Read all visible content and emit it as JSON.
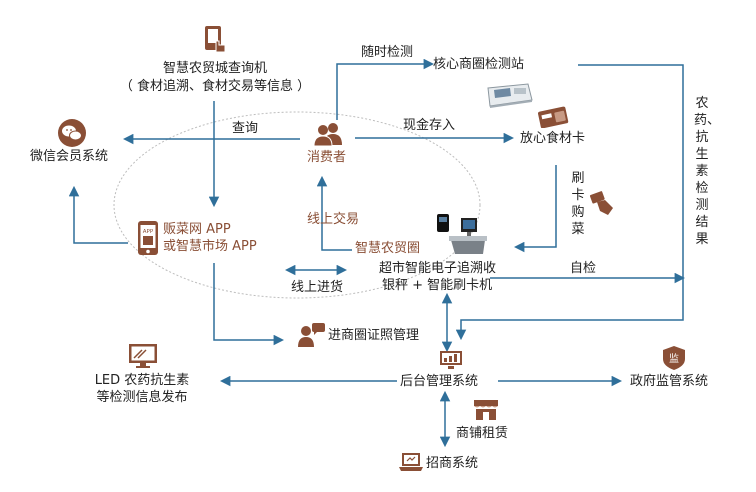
{
  "colors": {
    "icon_brown": "#8a4f36",
    "wire_blue": "#2f6f9a",
    "ellipse_grey": "#bdbdbd",
    "text_dark": "#222222"
  },
  "nodes": {
    "kiosk": {
      "title": "智慧农贸城查询机",
      "subtitle": "（ 食材追溯、食材交易等信息 ）",
      "icon": "touch-kiosk-icon"
    },
    "inspection_station": {
      "label": "核心商圈检测站",
      "icon": "testing-machine-icon"
    },
    "wechat": {
      "label": "微信会员系统",
      "icon": "wechat-icon"
    },
    "consumer": {
      "label": "消费者",
      "icon": "people-icon"
    },
    "food_card": {
      "label": "放心食材卡",
      "icon": "card-icon"
    },
    "app": {
      "line1": "贩菜网 APP",
      "line2": "或智慧市场 APP",
      "icon": "phone-app-icon"
    },
    "smart_market": {
      "label": "智慧农贸圈"
    },
    "scale": {
      "line1": "超市智能电子追溯收",
      "line2": "银秤 + 智能刷卡机",
      "icon": "scale-pos-icon"
    },
    "license": {
      "label": "进商圈证照管理",
      "icon": "person-chat-icon"
    },
    "backend": {
      "label": "后台管理系统",
      "icon": "monitor-chart-icon"
    },
    "led": {
      "line1": "LED 农药抗生素",
      "line2": "等检测信息发布",
      "icon": "tv-screen-icon"
    },
    "gov": {
      "label": "政府监管系统",
      "icon": "supervision-badge-icon"
    },
    "shop_rent": {
      "label": "商铺租赁",
      "icon": "shop-icon"
    },
    "investment": {
      "label": "招商系统",
      "icon": "laptop-icon"
    }
  },
  "edges": {
    "random_check": "随时检测",
    "query": "查询",
    "cash_deposit": "现金存入",
    "online_trade": "线上交易",
    "online_restock": "线上进货",
    "self_check": "自检",
    "swipe_buy": "刷卡购菜",
    "test_results": "农药、抗生素检测结果"
  }
}
